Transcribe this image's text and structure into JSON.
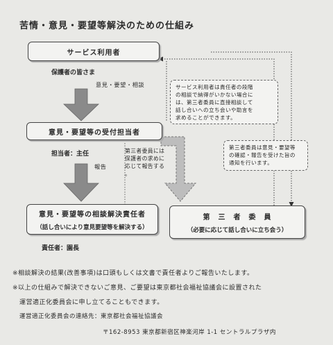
{
  "title": "苦情・意見・要望等解決のための仕組み",
  "boxes": {
    "service_user": "サービス利用者",
    "reception": "意見・要望等の受付担当者",
    "resolver": "意見・要望等の相談解決責任者",
    "resolver_sub": "（話し合いにより意見要望等を解決する）",
    "third_party": "第　三　者　委　員",
    "third_party_sub": "（必要に応じて話し合いに立ち会う）"
  },
  "labels": {
    "guardians": "保護者の皆さま",
    "opinions": "意見・要望・相談",
    "reception_person": "担当者：主任",
    "report": "報告",
    "resolver_person": "責任者：園長"
  },
  "callouts": {
    "user_level": [
      "サービス利用者は責任者の段階",
      "の相談で納得がいかない場合に",
      "は、第三者委員に直接相談して",
      "話し合いへの立ち会いや助言を",
      "求めることができます。"
    ],
    "third_party_request": [
      "第三者委員には",
      "保護者の求めに",
      "応じて報告する",
      "。"
    ],
    "third_party_notify": [
      "第三者委員は意見・要望等",
      "の確認・報告を受けた旨の",
      "通知を行います。"
    ]
  },
  "notes": {
    "note1": "※相談解決の結果(改善事項)は口頭もしくは文書で責任者よりご報告いたします。",
    "note2": "※以上の仕組みで解決できないご意見、ご要望は東京都社会福祉協議会に設置された",
    "note3": "運営適正化委員会に申し立てることもできます。",
    "contact": "運営適正化委員会の連絡先：東京都社会福祉協議会",
    "address": "〒162-8953 東京都新宿区神楽河岸 1-1 セントラルプラザ内"
  }
}
